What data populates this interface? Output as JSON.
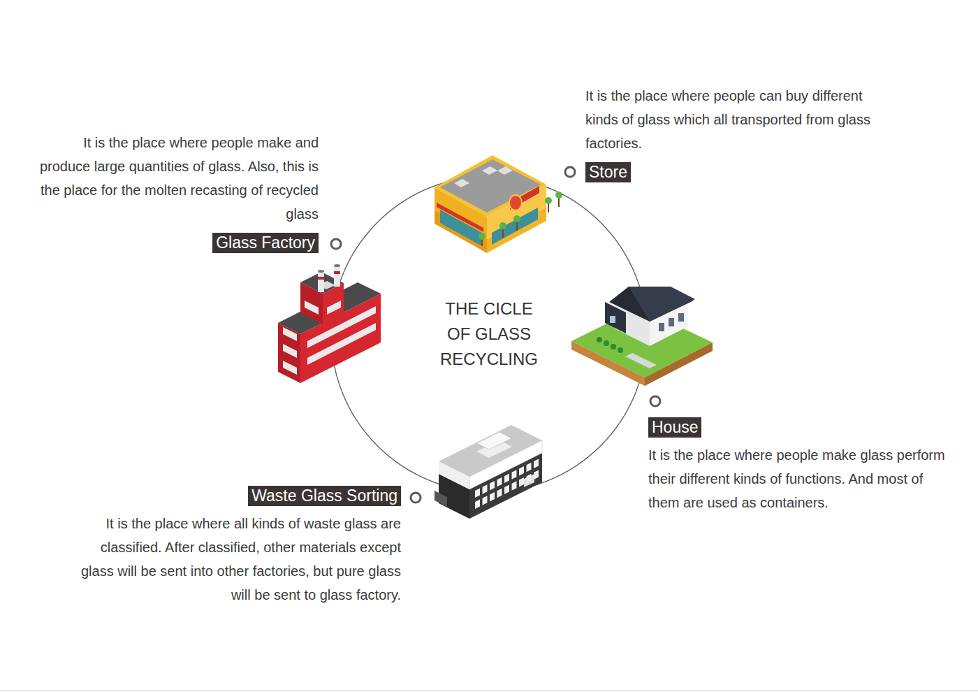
{
  "diagram": {
    "title": "THE CICLE OF GLASS RECYCLING",
    "nodes": [
      {
        "text": [
          "Glass Factory",
          "It is the place where people make and produce large quantities of glass. Also, this is the place for the molten recasting of recycled glass"
        ]
      },
      {
        "text": [
          "Store",
          "It is the place where people can buy different kinds of glass which all transported from glass factories."
        ]
      },
      {
        "text": [
          "House",
          "It is the place where people make glass perform their different kinds of functions. And most of them are used as containers."
        ]
      },
      {
        "text": [
          "Waste Glass Sorting",
          "It is the place where all kinds of waste glass are classified. After classified, other materials except glass will be sent into other factories, but pure glass will be sent to glass factory."
        ]
      }
    ]
  }
}
